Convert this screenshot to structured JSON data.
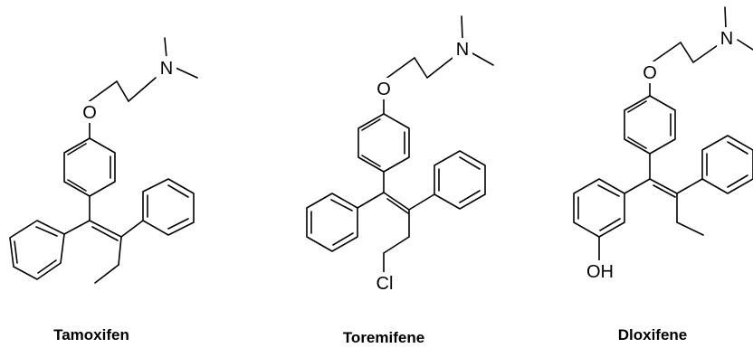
{
  "molecules": [
    {
      "name": "Tamoxifen",
      "atoms": {
        "oxygen": "O",
        "nitrogen": "N"
      }
    },
    {
      "name": "Toremifene",
      "atoms": {
        "oxygen": "O",
        "nitrogen": "N",
        "chlorine": "Cl"
      }
    },
    {
      "name": "Dloxifene",
      "atoms": {
        "oxygen": "O",
        "nitrogen": "N",
        "hydroxyl": "OH"
      }
    }
  ],
  "colors": {
    "ink": "#000000",
    "background": "#ffffff"
  }
}
